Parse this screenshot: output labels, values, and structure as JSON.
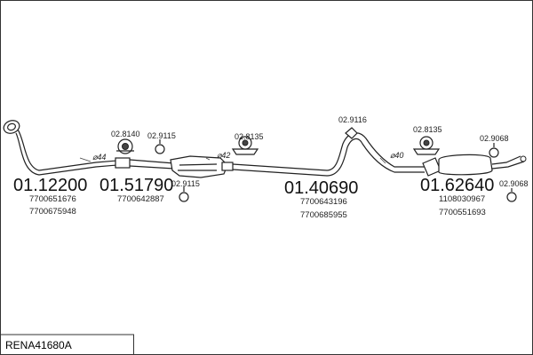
{
  "reference": "RENA41680A",
  "parts": [
    {
      "number": "01.12200",
      "oe": [
        "7700651676",
        "7700675948"
      ]
    },
    {
      "number": "01.51790",
      "oe": [
        "7700642887"
      ]
    },
    {
      "number": "01.40690",
      "oe": [
        "7700643196",
        "7700685955"
      ]
    },
    {
      "number": "01.62640",
      "oe": [
        "1108030967",
        "7700551693"
      ]
    }
  ],
  "accessories": [
    "02.8140",
    "02.9115",
    "02.9115",
    "02.8135",
    "02.9116",
    "02.8135",
    "02.9068",
    "02.9068"
  ],
  "diameters": [
    "⌀44",
    "⌀42",
    "⌀40"
  ]
}
